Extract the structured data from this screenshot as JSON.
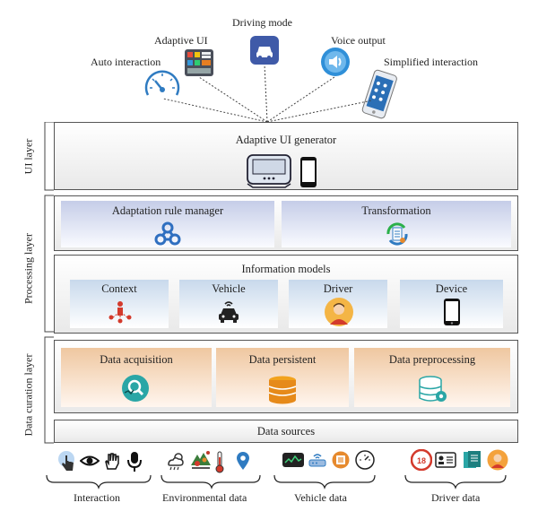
{
  "top_modes": {
    "driving_mode": "Driving mode",
    "adaptive_ui": "Adaptive UI",
    "voice_output": "Voice output",
    "auto_interaction": "Auto interaction",
    "simplified_interaction": "Simplified interaction"
  },
  "layers": {
    "ui": "UI layer",
    "processing": "Processing layer",
    "data_curation": "Data curation layer"
  },
  "ui_layer": {
    "title": "Adaptive UI generator"
  },
  "processing_layer": {
    "rule_manager": "Adaptation rule manager",
    "transformation": "Transformation",
    "info_models": "Information models",
    "models": [
      "Context",
      "Vehicle",
      "Driver",
      "Device"
    ]
  },
  "data_curation_layer": {
    "items": [
      "Data acquisition",
      "Data persistent",
      "Data preprocessing"
    ],
    "sources": "Data sources"
  },
  "categories": [
    "Interaction",
    "Environmental data",
    "Vehicle data",
    "Driver data"
  ],
  "colors": {
    "accent_blue": "#2f7bc1",
    "orange": "#e68a2e",
    "teal": "#2aa6a6",
    "red": "#d33a2c"
  }
}
